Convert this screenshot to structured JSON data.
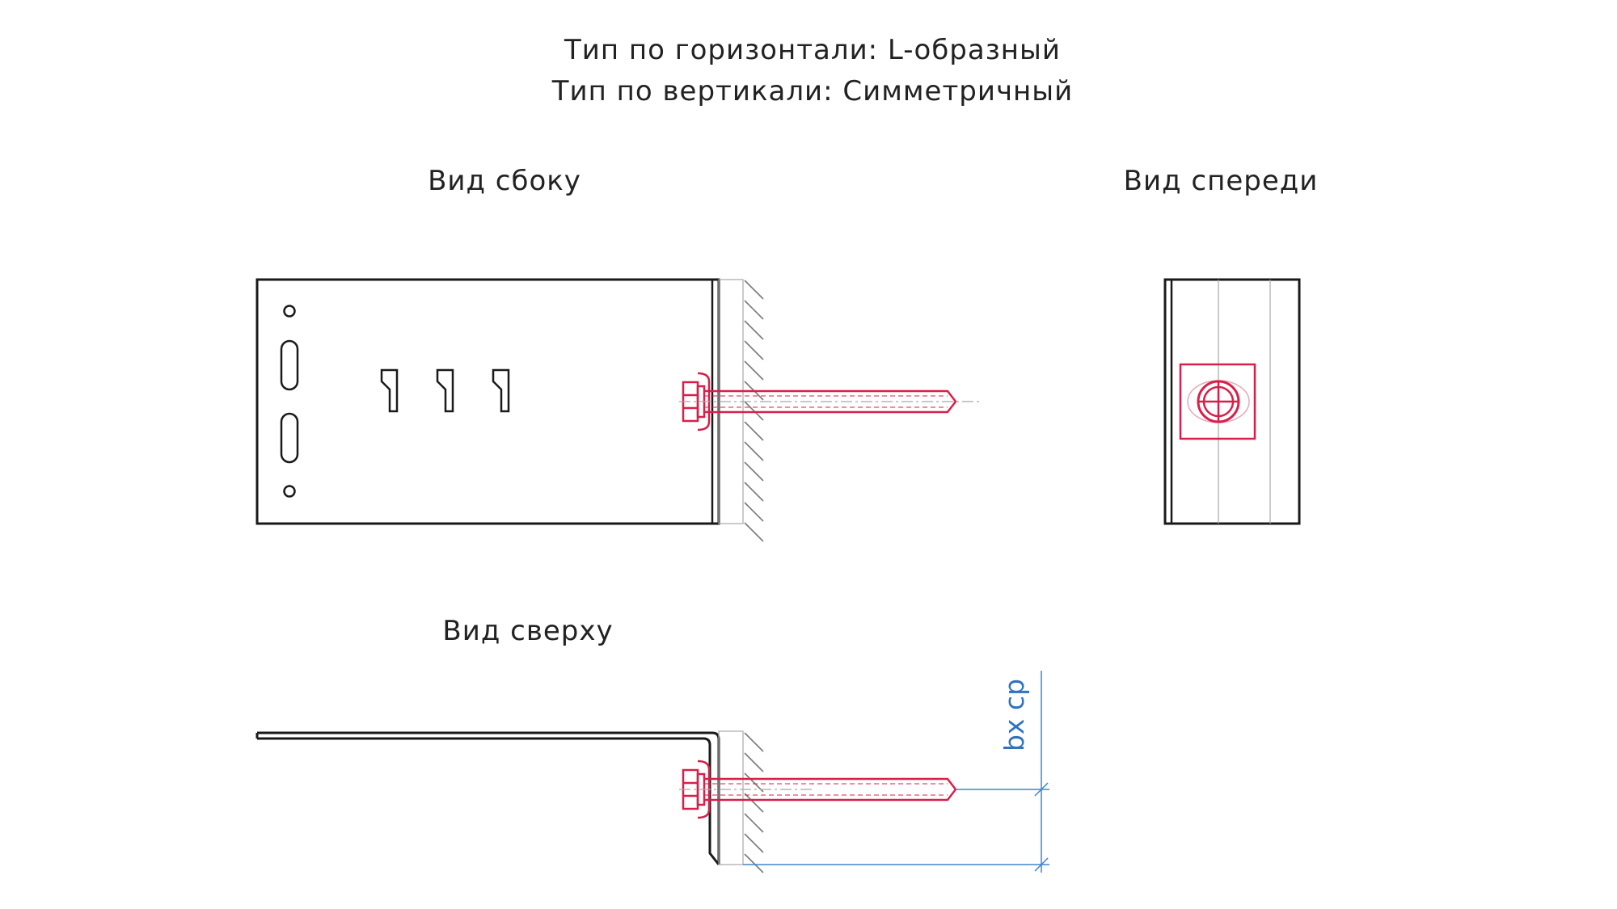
{
  "header": {
    "line1": "Тип по горизонтали: L-образный",
    "line2": "Тип по вертикали: Симметричный"
  },
  "views": {
    "side": "Вид сбоку",
    "front": "Вид спереди",
    "top": "Вид сверху"
  },
  "dimension": {
    "label": "bx cp"
  },
  "colors": {
    "ink": "#1a1a1a",
    "fastener": "#d6204a",
    "dimension": "#3c86cf",
    "construction": "#a8a8a8"
  }
}
